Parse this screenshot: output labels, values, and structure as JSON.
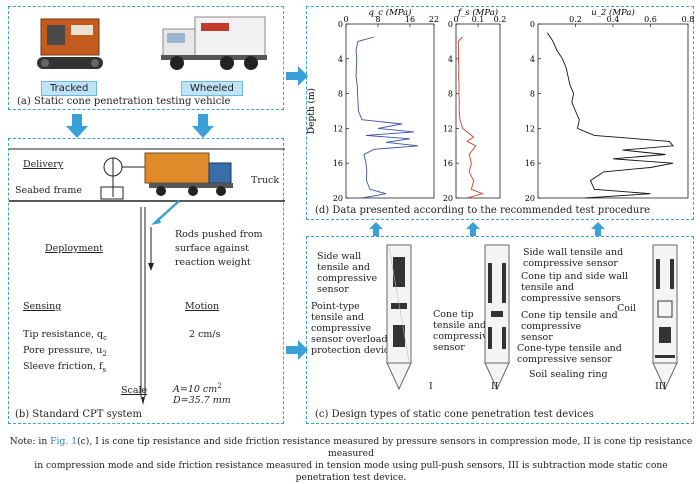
{
  "panel_a": {
    "caption": "(a) Static cone penetration testing vehicle",
    "tracked_label": "Tracked",
    "wheeled_label": "Wheeled"
  },
  "panel_b": {
    "caption": "(b) Standard CPT system",
    "delivery": "Delivery",
    "seabed_frame": "Seabed frame",
    "truck": "Truck",
    "deployment": "Deployment",
    "rods_text": [
      "Rods pushed from",
      "surface against",
      "reaction weight"
    ],
    "sensing": "Sensing",
    "motion": "Motion",
    "tip": "Tip resistance, q",
    "tip_sub": "c",
    "pore": "Pore pressure, u",
    "pore_sub": "2",
    "sleeve": "Sleeve friction, f",
    "sleeve_sub": "s",
    "speed": "2 cm/s",
    "scale": "Scale",
    "area": "A=10 cm",
    "area_sup": "2",
    "diameter": "D=35.7 mm"
  },
  "panel_c": {
    "caption": "(c) Design types of static cone penetration test devices",
    "labels_1": {
      "side": [
        "Side wall",
        "tensile and",
        "compressive",
        "sensor"
      ],
      "point": [
        "Point-type",
        "tensile and",
        "compressive",
        "sensor overload",
        "protection device"
      ],
      "roman": "I"
    },
    "labels_2": {
      "cone": [
        "Cone tip",
        "tensile and",
        "compressive",
        "sensor"
      ],
      "roman": "II"
    },
    "labels_3": {
      "side": [
        "Side wall tensile and",
        "compressive sensor"
      ],
      "cone_side": [
        "Cone tip and side wall",
        "tensile and",
        "compressive sensors"
      ],
      "coil": "Coil",
      "cone": [
        "Cone tip tensile and",
        "compressive",
        "sensor"
      ],
      "cone_type": [
        "Cone-type tensile and",
        "compressive sensor"
      ],
      "seal": "Soil sealing ring",
      "roman": "III"
    }
  },
  "panel_d": {
    "caption": "(d) Data presented according to the recommended test procedure",
    "ylabel": "Depth (m)"
  },
  "chart_data": [
    {
      "type": "line",
      "title": "q_c (MPa)",
      "xlabel": "q_c (MPa)",
      "ylabel": "Depth (m)",
      "xlim": [
        0,
        22
      ],
      "ylim": [
        20,
        0
      ],
      "x_ticks": [
        "0",
        "8",
        "16",
        "22"
      ],
      "x_tick_values": [
        0,
        8,
        16,
        22
      ],
      "y_ticks": [
        "0",
        "4",
        "8",
        "12",
        "16",
        "20"
      ],
      "color": "#3c52a8",
      "depth": [
        1.5,
        2,
        3,
        4,
        5,
        6,
        7,
        8,
        9,
        10,
        11,
        11.5,
        12,
        12.4,
        12.8,
        13.2,
        13.6,
        14,
        14.4,
        15,
        16,
        17,
        18,
        19,
        19.5,
        20
      ],
      "values": [
        7,
        3,
        2.5,
        2.7,
        2.6,
        2.5,
        2.8,
        2.9,
        3.0,
        3.1,
        4.0,
        14,
        8,
        17,
        5,
        16,
        10,
        18,
        7,
        4.5,
        5,
        5.2,
        5.1,
        6,
        10,
        4
      ]
    },
    {
      "type": "line",
      "title": "f_s (MPa)",
      "xlabel": "f_s (MPa)",
      "ylabel": "Depth (m)",
      "xlim": [
        0,
        0.2
      ],
      "ylim": [
        20,
        0
      ],
      "x_ticks": [
        "0",
        "0.1",
        "0.2"
      ],
      "x_tick_values": [
        0,
        0.1,
        0.2
      ],
      "y_ticks": [
        "0",
        "4",
        "8",
        "12",
        "16",
        "20"
      ],
      "color": "#d83a2c",
      "depth": [
        1.5,
        2,
        3,
        4,
        5,
        6,
        7,
        8,
        9,
        10,
        11,
        12,
        13,
        13.5,
        14,
        15,
        16,
        17,
        18,
        19,
        19.5,
        20
      ],
      "values": [
        0.03,
        0.01,
        0.012,
        0.011,
        0.013,
        0.012,
        0.014,
        0.013,
        0.015,
        0.014,
        0.018,
        0.03,
        0.08,
        0.05,
        0.09,
        0.06,
        0.07,
        0.06,
        0.08,
        0.07,
        0.12,
        0.05
      ]
    },
    {
      "type": "line",
      "title": "u_2 (MPa)",
      "xlabel": "u_2 (MPa)",
      "ylabel": "Depth (m)",
      "xlim": [
        0,
        0.8
      ],
      "ylim": [
        20,
        0
      ],
      "x_ticks": [
        "0.2",
        "0.4",
        "0.6",
        "0.8"
      ],
      "x_tick_values": [
        0.2,
        0.4,
        0.6,
        0.8
      ],
      "y_ticks": [
        "0",
        "4",
        "8",
        "12",
        "16",
        "20"
      ],
      "color": "#111111",
      "depth": [
        1,
        2,
        3,
        4,
        5,
        6,
        7,
        8,
        9,
        10,
        11,
        12,
        12.8,
        13.5,
        14,
        14.5,
        15,
        15.5,
        16,
        16.5,
        17,
        18,
        19,
        19.5,
        20
      ],
      "values": [
        0.05,
        0.08,
        0.1,
        0.13,
        0.15,
        0.16,
        0.17,
        0.19,
        0.18,
        0.2,
        0.22,
        0.21,
        0.3,
        0.7,
        0.72,
        0.45,
        0.68,
        0.4,
        0.72,
        0.6,
        0.35,
        0.28,
        0.3,
        0.6,
        0.25
      ]
    }
  ],
  "note": {
    "line1_prefix": "Note: in ",
    "fig_link": "Fig. 1",
    "line1_rest": "(c), I is cone tip resistance and side friction resistance measured by pressure sensors in compression  mode, II is cone tip resistance measured",
    "line2": "in compression mode and side friction resistance measured in tension mode using pull-push sensors, III is subtraction mode static cone penetration test device."
  },
  "colors": {
    "accent": "#3aa0d8",
    "truck": "#e08a2c",
    "rig": "#c45a1e"
  }
}
